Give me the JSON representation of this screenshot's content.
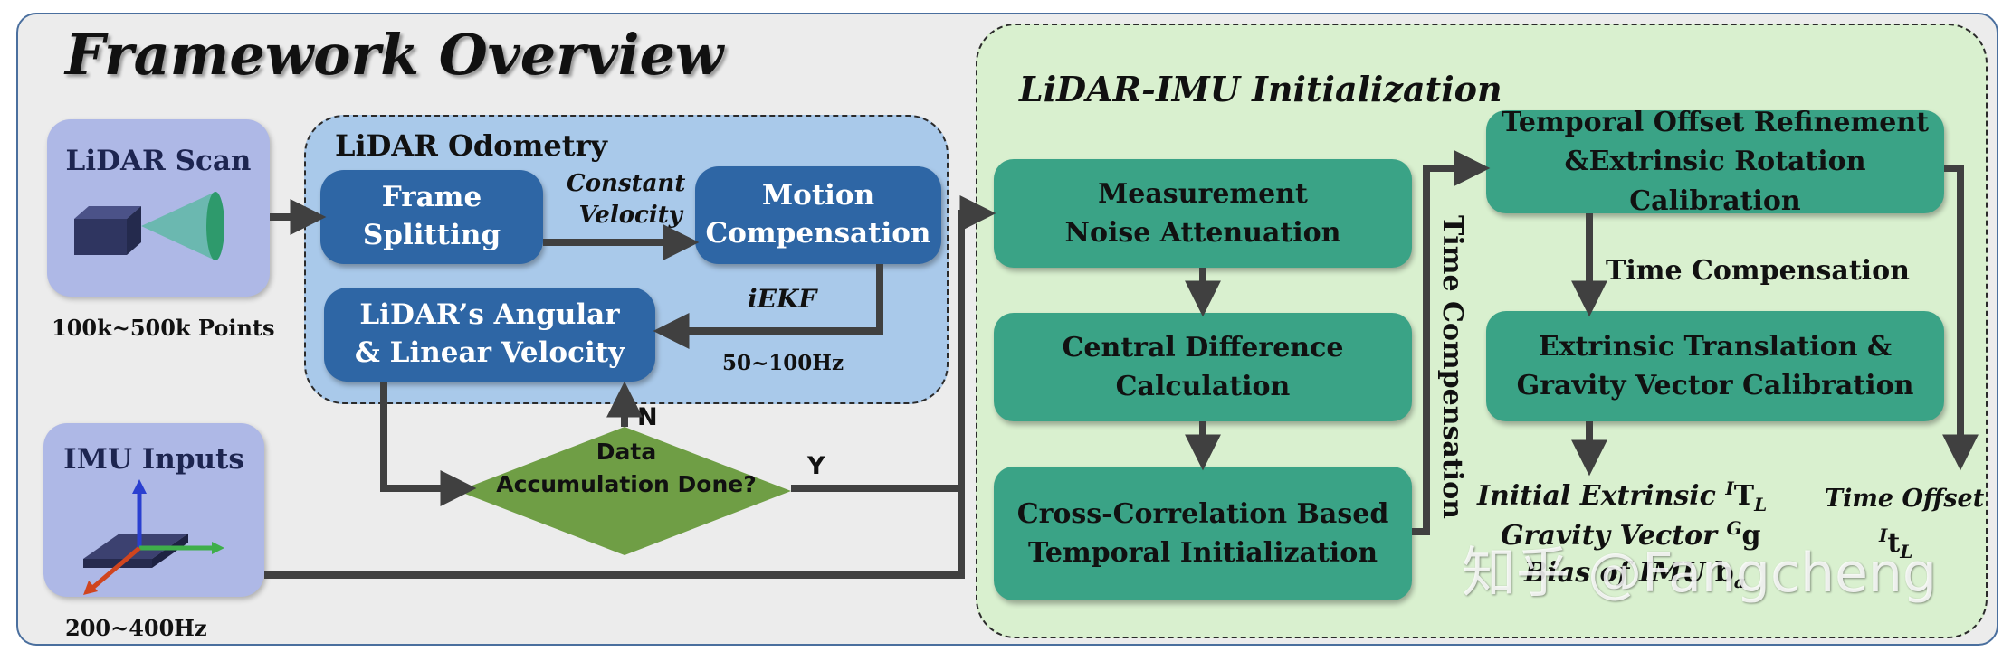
{
  "title": "Framework Overview",
  "lidar_scan": {
    "label": "LiDAR Scan",
    "caption": "100k~500k Points"
  },
  "imu_inputs": {
    "label": "IMU Inputs",
    "caption": "200~400Hz"
  },
  "odometry": {
    "title": "LiDAR Odometry",
    "frame_splitting": [
      "Frame",
      "Splitting"
    ],
    "motion_compensation": [
      "Motion",
      "Compensation"
    ],
    "velocity": [
      "LiDAR’s Angular",
      "& Linear Velocity"
    ],
    "constant_velocity": [
      "Constant",
      "Velocity"
    ],
    "iekf": "iEKF",
    "rate": "50~100Hz"
  },
  "decision": {
    "text": [
      "Data",
      "Accumulation Done?"
    ],
    "no": "N",
    "yes": "Y"
  },
  "initialization": {
    "title": "LiDAR-IMU Initialization",
    "noise": [
      "Measurement",
      "Noise Attenuation"
    ],
    "central": [
      "Central Difference",
      "Calculation"
    ],
    "cross": [
      "Cross-Correlation Based",
      "Temporal Initialization"
    ],
    "temporal_refine": [
      "Temporal Offset Refinement",
      "&Extrinsic Rotation Calibration"
    ],
    "extrinsic_translation": [
      "Extrinsic Translation &",
      "Gravity Vector Calibration"
    ],
    "time_compensation_vertical": "Time Compensation",
    "time_compensation": "Time Compensation",
    "outputs": {
      "extrinsic": "Initial Extrinsic",
      "extrinsic_symbol": "T",
      "extrinsic_sup": "I",
      "extrinsic_sub": "L",
      "gravity": "Gravity Vector",
      "gravity_symbol": "g",
      "gravity_sup": "G",
      "bias": "Bias of IMU",
      "bias_symbol": "b",
      "bias_sub": "a",
      "time_offset": "Time Offset",
      "time_symbol": "t",
      "time_sup": "I",
      "time_sub": "L"
    }
  },
  "watermark": "知乎 @Fangcheng",
  "colors": {
    "odometry_box": "#2e66a5",
    "init_box": "#3aa386",
    "decision": "#6f9e45",
    "input_box": "#aeb8e6"
  }
}
